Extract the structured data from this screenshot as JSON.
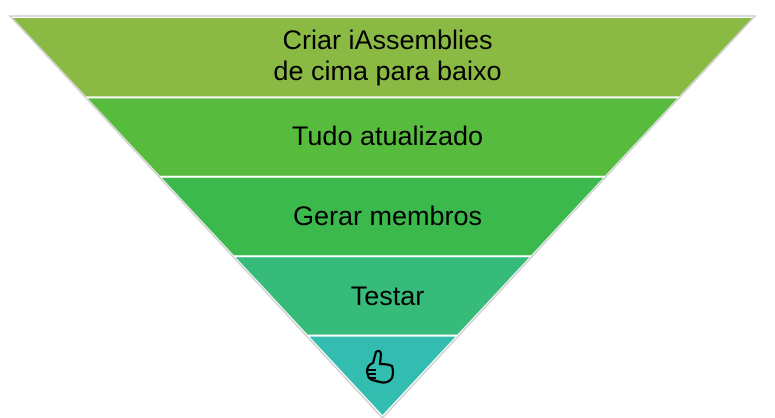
{
  "funnel": {
    "levels": [
      {
        "lines": [
          "Criar iAssemblies",
          "de cima para baixo"
        ],
        "color": "#8aba43"
      },
      {
        "lines": [
          "Tudo atualizado"
        ],
        "color": "#57bb3d"
      },
      {
        "lines": [
          "Gerar membros"
        ],
        "color": "#3bb94c"
      },
      {
        "lines": [
          "Testar"
        ],
        "color": "#37bb7a"
      },
      {
        "icon": "thumbs-up-icon",
        "color": "#33bcb0"
      }
    ]
  }
}
